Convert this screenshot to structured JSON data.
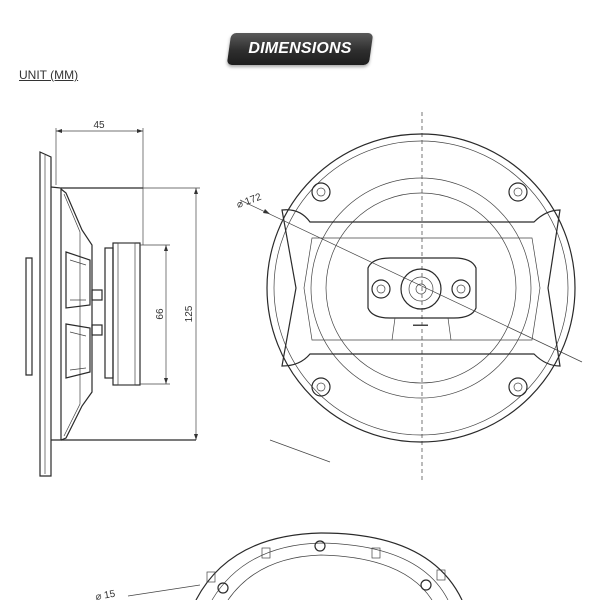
{
  "header": {
    "title": "DIMENSIONS"
  },
  "unit_label": "UNIT (MM)",
  "side_view": {
    "depth": "45",
    "height": "125",
    "magnet_diameter": "66"
  },
  "front_view": {
    "diameter": "⌀ 172"
  },
  "bottom_view": {
    "diameter": "⌀ 15"
  },
  "colors": {
    "banner": "#2e2e2e",
    "banner_text": "#ffffff",
    "line": "#2a2a2a"
  }
}
